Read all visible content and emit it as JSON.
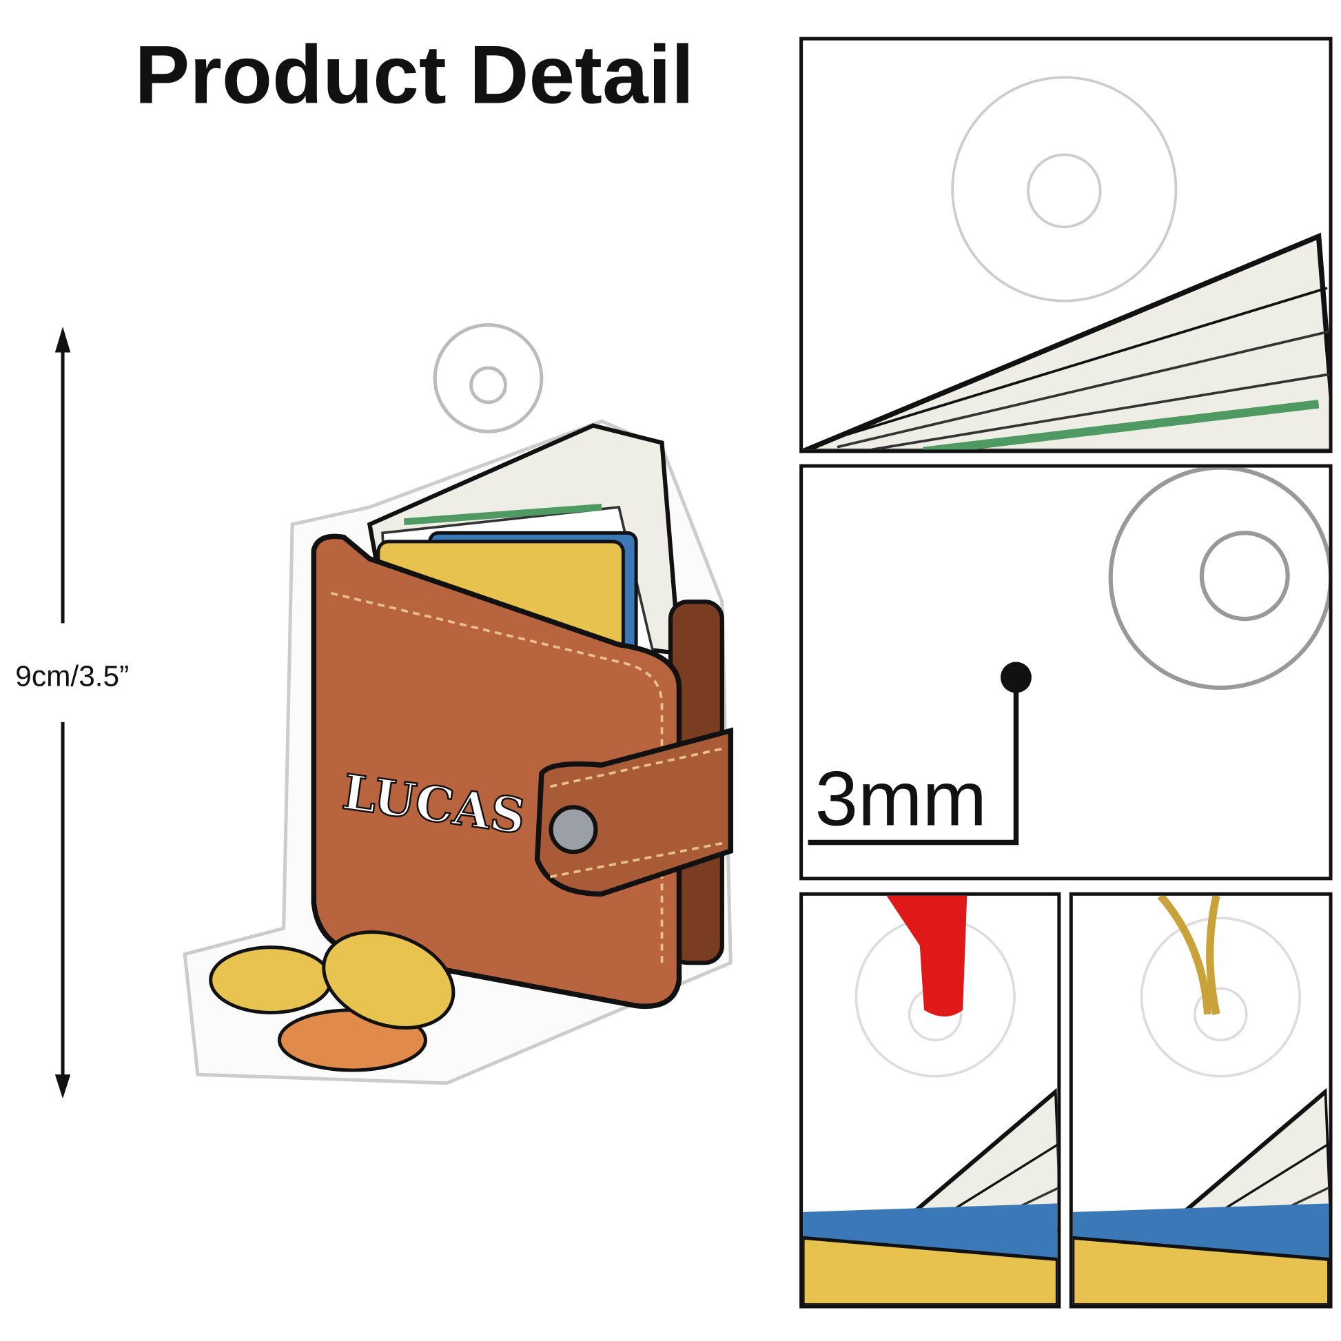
{
  "header": {
    "title": "Product Detail"
  },
  "dimension": {
    "height_label": "9cm/3.5”"
  },
  "product": {
    "name_text": "LUCAS"
  },
  "detail": {
    "thickness_label": "3mm"
  },
  "colors": {
    "leather": "#b8643f",
    "leather_dark": "#7a3d22",
    "card_yellow": "#e8c24e",
    "card_blue": "#3a78b8",
    "card_green": "#4f9a62",
    "paper": "#eeeee6",
    "coin": "#e9c34f",
    "coin_copper": "#e08a4c",
    "ribbon": "#e01818",
    "gold_string": "#c9a23a"
  }
}
